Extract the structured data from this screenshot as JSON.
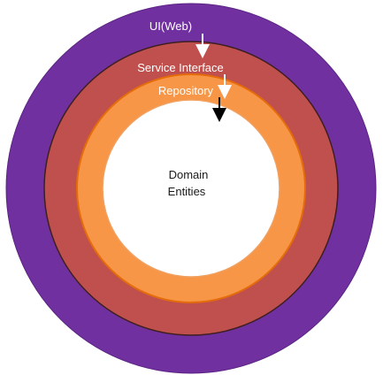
{
  "layers": {
    "outer": {
      "label": "UI(Web)",
      "fill": "#7030a0",
      "stroke": "#5b2483",
      "text_color": "#ffffff"
    },
    "service": {
      "label": "Service Interface",
      "fill": "#c0504d",
      "stroke": "#3d1f1f",
      "text_color": "#ffffff"
    },
    "repository": {
      "label": "Repository",
      "fill": "#f79646",
      "stroke": "#e46c0a",
      "text_color": "#ffffff"
    },
    "core": {
      "line1": "Domain",
      "line2": "Entities",
      "fill": "#ffffff",
      "stroke": "#f0a060"
    }
  },
  "arrows": [
    {
      "name": "arrow-ui-to-service",
      "color": "#ffffff"
    },
    {
      "name": "arrow-service-to-repository",
      "color": "#ffffff"
    },
    {
      "name": "arrow-repository-to-core",
      "color": "#000000"
    }
  ]
}
